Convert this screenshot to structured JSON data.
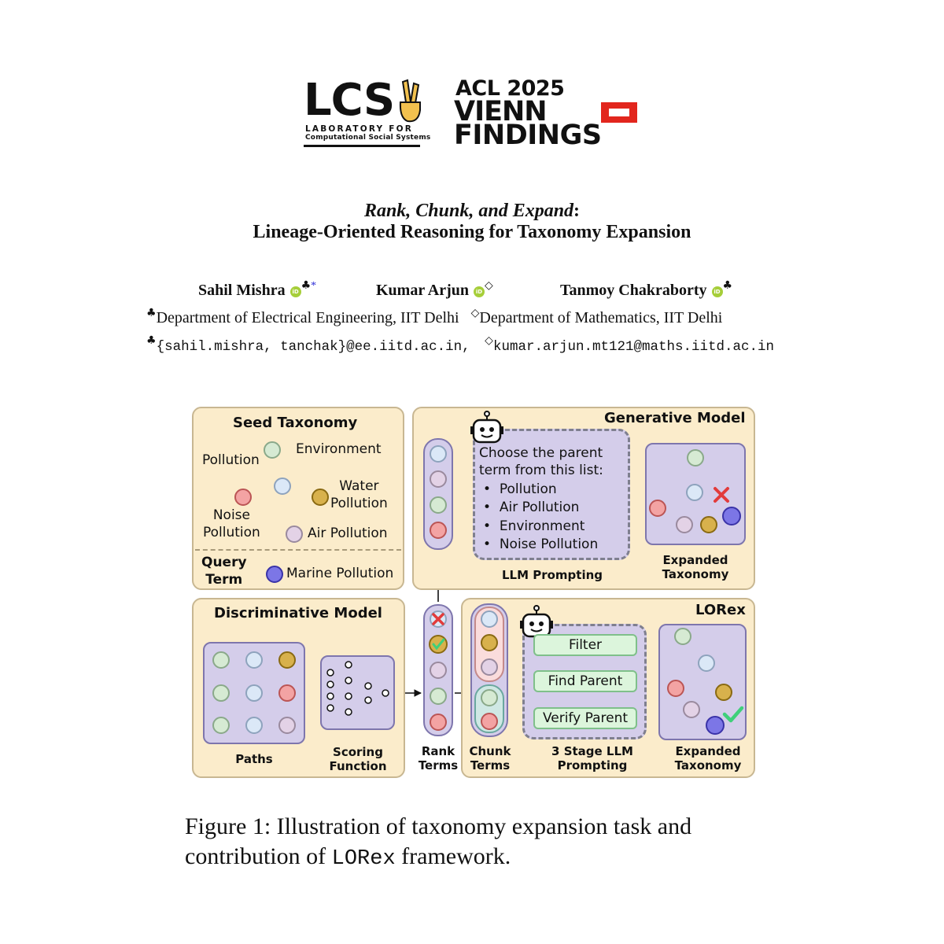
{
  "logos": {
    "lcs": {
      "big": "LCS",
      "line1": "Laboratory for",
      "line2": "Computational Social Systems"
    },
    "acl": {
      "line1": "ACL 2025",
      "line2": "VIENN",
      "line3": "FINDINGS"
    }
  },
  "title": {
    "line1_italic": "Rank, Chunk, and Expand",
    "line1_colon": ":",
    "line2": "Lineage-Oriented Reasoning for Taxonomy Expansion"
  },
  "authors": [
    {
      "name": "Sahil Mishra",
      "marks": "♣",
      "star": "*"
    },
    {
      "name": "Kumar Arjun",
      "marks": "◇"
    },
    {
      "name": "Tanmoy Chakraborty",
      "marks": "♣"
    }
  ],
  "orcid_label": "iD",
  "affiliations": {
    "club": "♣",
    "dept1": "Department of Electrical Engineering, IIT Delhi",
    "diamond": "◇",
    "dept2": "Department of Mathematics, IIT Delhi"
  },
  "emails": {
    "club": "♣",
    "email1": "{sahil.mishra, tanchak}@ee.iitd.ac.in,",
    "diamond": "◇",
    "email2": "kumar.arjun.mt121@maths.iitd.ac.in"
  },
  "figure": {
    "seed": {
      "title": "Seed Taxonomy",
      "environment": "Environment",
      "pollution": "Pollution",
      "water": "Water\nPollution",
      "noise": "Noise\nPollution",
      "air": "Air Pollution",
      "query_term": "Query\nTerm",
      "marine": "Marine Pollution"
    },
    "generative": {
      "title": "Generative Model",
      "prompt_intro": "Choose the parent\nterm from this list:",
      "options": [
        "Pollution",
        "Air Pollution",
        "Environment",
        "Noise Pollution"
      ],
      "llm_label": "LLM Prompting",
      "expanded_label": "Expanded\nTaxonomy"
    },
    "discriminative": {
      "title": "Discriminative Model",
      "paths_label": "Paths",
      "scoring_label": "Scoring\nFunction"
    },
    "rank_label": "Rank\nTerms",
    "lorex": {
      "title": "LORex",
      "chunk_label": "Chunk\nTerms",
      "stages": [
        "Filter",
        "Find Parent",
        "Verify Parent"
      ],
      "stage_label": "3 Stage LLM\nPrompting",
      "expanded_label": "Expanded\nTaxonomy"
    },
    "colors": {
      "panel": "#fbeccb",
      "lavender": "#d4cdea",
      "green": "#dcf5dc"
    }
  },
  "caption": {
    "part1": "Figure 1: Illustration of taxonomy expansion task and contribution of ",
    "framework": "LORex",
    "part2": " framework."
  }
}
